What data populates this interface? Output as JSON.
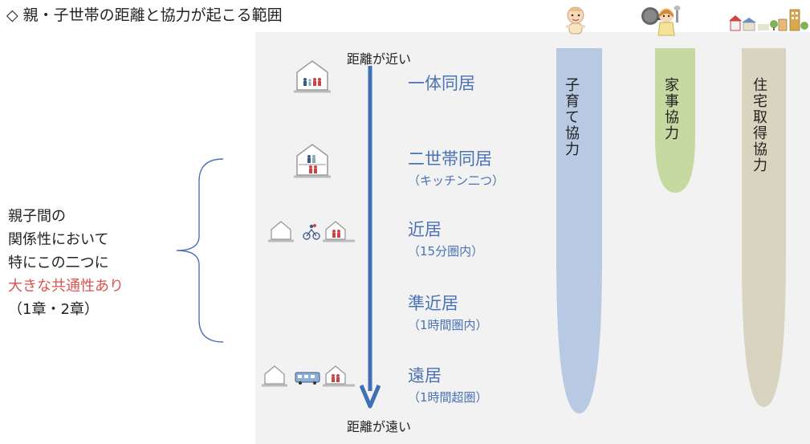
{
  "title": "◇ 親・子世帯の距離と協力が起こる範囲",
  "axis": {
    "top_label": "距離が近い",
    "bottom_label": "距離が遠い"
  },
  "levels": [
    {
      "name": "一体同居",
      "sub": ""
    },
    {
      "name": "二世帯同居",
      "sub": "（キッチン二つ）"
    },
    {
      "name": "近居",
      "sub": "（15分圏内）"
    },
    {
      "name": "準近居",
      "sub": "（1時間圏内）"
    },
    {
      "name": "遠居",
      "sub": "（1時間超圏）"
    }
  ],
  "cooperation": [
    {
      "label": "子育て協力",
      "color": "#b8c9e3"
    },
    {
      "label": "家事協力",
      "color": "#c5d9a0"
    },
    {
      "label": "住宅取得協力",
      "color": "#d9d4bf"
    }
  ],
  "note": {
    "line1": "親子間の",
    "line2": "関係性において",
    "line3": "特にこの二つに",
    "highlight": "大きな共通性あり",
    "line5": "（1章・2章）"
  },
  "colors": {
    "accent_blue": "#4a72b5",
    "arrow_blue": "#3f6fb6",
    "highlight_red": "#d9534f",
    "panel_bg": "#f2f2f2"
  },
  "icons": [
    "baby-icon",
    "mother-cooking-icon",
    "town-buildings-icon",
    "house-family-icon",
    "two-generation-house-icon",
    "nearby-houses-bicycle-icon",
    "distant-houses-train-icon"
  ]
}
